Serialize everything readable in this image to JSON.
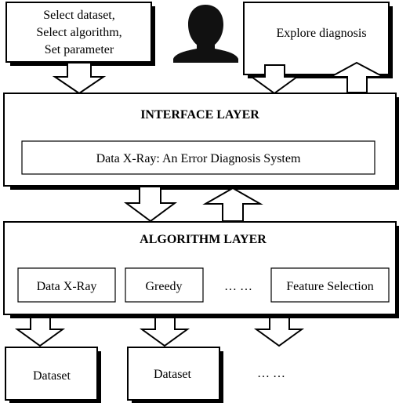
{
  "input_box": {
    "lines": [
      "Select dataset,",
      "Select algorithm,",
      "Set parameter"
    ]
  },
  "user_icon": "person-silhouette-icon",
  "explore_box": {
    "label": "Explore diagnosis"
  },
  "interface_layer": {
    "title": "INTERFACE LAYER",
    "system_label": "Data X-Ray: An Error Diagnosis System"
  },
  "algorithm_layer": {
    "title": "ALGORITHM LAYER",
    "algorithms": [
      "Data X-Ray",
      "Greedy",
      "… …",
      "Feature Selection"
    ]
  },
  "datasets": {
    "items": [
      "Dataset",
      "Dataset",
      "… …"
    ]
  },
  "colors": {
    "stroke": "#000000",
    "fill": "#ffffff",
    "icon": "#111111"
  }
}
